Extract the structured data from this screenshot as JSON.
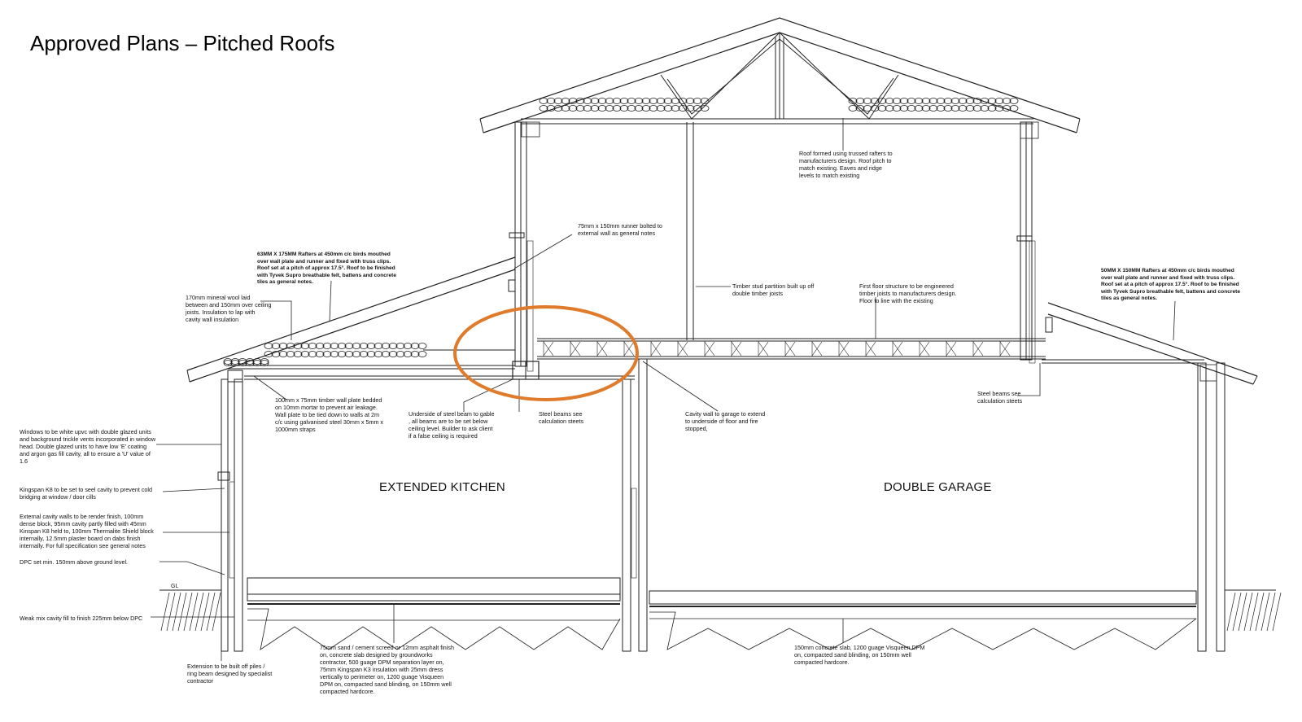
{
  "title": "Approved Plans – Pitched Roofs",
  "rooms": {
    "kitchen": "EXTENDED KITCHEN",
    "garage": "DOUBLE GARAGE"
  },
  "ground_label": "GL",
  "highlight_color": "#e07b2b",
  "notes": {
    "roof_trusses": "Roof formed using trussed rafters to\nmanufacturers design.  Roof pitch to\nmatch existing.  Eaves and ridge\nlevels to match existing",
    "runner": "75mm x 150mm runner bolted to\nexternal wall as general notes",
    "rafters_left": "63MM X 175MM Rafters at 450mm c/c birds mouthed\nover wall plate and runner and fixed with truss clips.\nRoof set at a pitch of approx 17.5°.  Roof to be finished\nwith Tyvek Supro breathable felt,  battens and concrete\ntiles as general notes.",
    "mineral_wool": "170mm mineral wool laid\nbetween and 150mm over ceiling\njoists.  Insulation to lap with\ncavity wall insulation",
    "stud_partition": "Timber stud partition built up off\ndouble timber joists",
    "first_floor": "First floor structure to be engineered\ntimber joists to manufacturers design.\nFloor to line with the existing",
    "rafters_right": "50MM X 150MM Rafters at 450mm c/c birds mouthed\nover wall plate and runner and fixed with truss clips.\nRoof set at a pitch of approx 17.5°.  Roof to be finished\nwith Tyvek Supro breathable felt,  battens and concrete\ntiles as general notes.",
    "steel_right": "Steel beams see\ncalculation steets",
    "wall_plate": "100mm x 75mm timber wall plate bedded\non 10mm mortar to prevent air leakage.\nWall plate to be tied down to walls at 2m\nc/c using galvanised steel 30mm x 5mm x\n1000mm straps",
    "underside_steel": "Underside of steel beam to gable\n, all beams are to be set below\nceiling level.  Builder to ask client\nif a false ceiling is required",
    "steel_mid": "Steel beams see\ncalculation steets",
    "cavity_garage": "Cavity wall to garage to extend\nto underside of floor and fire\nstopped,",
    "windows": "Windows to be white upvc with double glazed units\nand background trickle vents incorporated in window\nhead.  Double glazed units to have low 'E' coating\nand argon gas fill cavity, all to ensure a 'U' value of\n1.6",
    "kingspan_k8": "Kingspan K8 to be set to seel cavity to prevent cold\nbridging at window / door cills",
    "external_cavity": "External cavity walls to be render finish, 100mm\ndense block, 95mm cavity partly filled with 45mm\nKinspan K8 held to, 100mm Thermalite Shield block\ninternally, 12.5mm plaster board on dabs finish\ninternally.  For full specification see general notes",
    "dpc": "DPC set min. 150mm above ground level.",
    "weak_mix": "Weak mix cavity fill to finish 225mm below DPC",
    "extension_piles": "Extension to be built off piles /\nring beam designed by specialist\ncontractor",
    "kitchen_floor": "75mm sand / cement screed or 12mm asphalt finish\non, concrete slab designed by groundworks\ncontractor, 500 guage DPM separation layer on,\n75mm Kingspan K3 insulation with 25mm dress\nvertically to perimeter on, 1200 guage Visqueen\nDPM on, compacted sand blinding, on 150mm well\ncompacted hardcore.",
    "garage_floor": "150mm concrete slab, 1200 guage Visqueen DPM\non, compacted sand blinding, on 150mm well\ncompacted hardcore."
  }
}
